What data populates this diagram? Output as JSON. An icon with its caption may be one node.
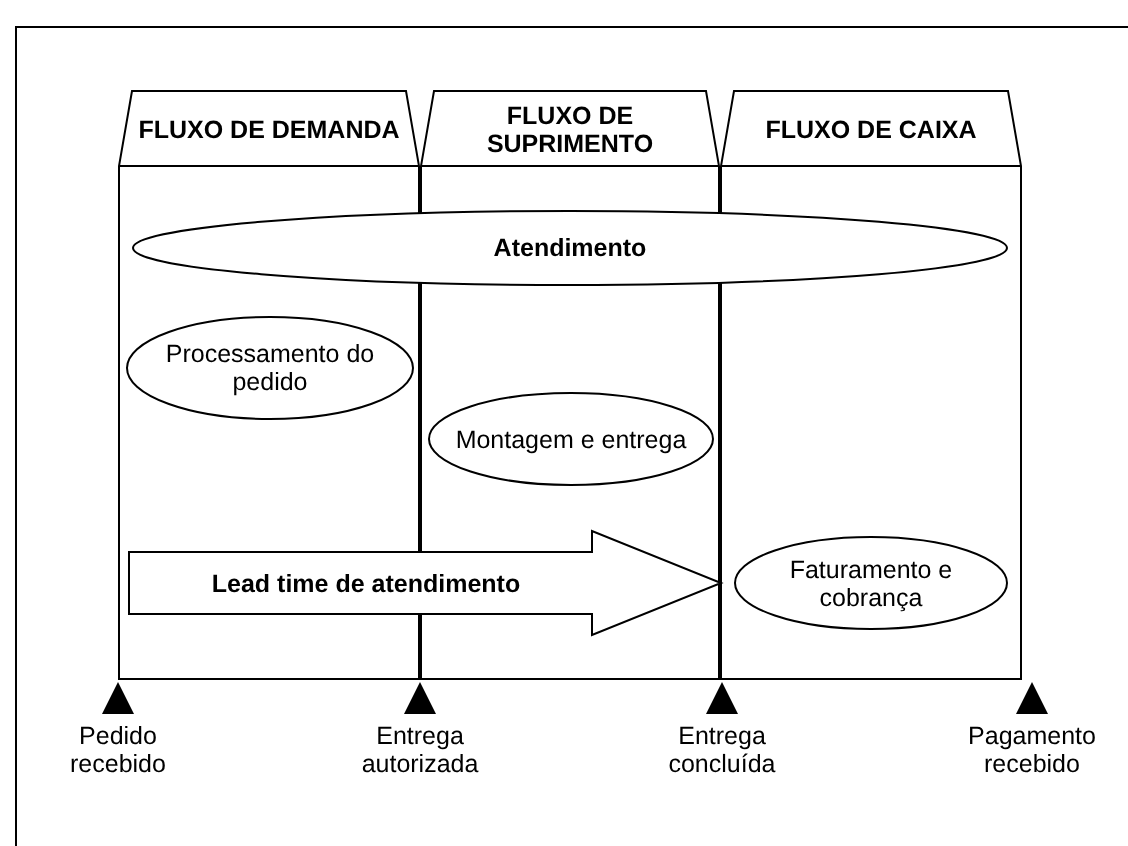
{
  "diagram": {
    "nodes": [
      {
        "text": [
          "FLUXO DE DEMANDA"
        ]
      },
      {
        "text": [
          "FLUXO DE SUPRIMENTO"
        ]
      },
      {
        "text": [
          "FLUXO DE CAIXA"
        ]
      },
      {
        "text": [
          "Atendimento"
        ]
      },
      {
        "text": [
          "Processamento do pedido"
        ],
        "in": 0
      },
      {
        "text": [
          "Montagem e entrega"
        ],
        "in": 1
      },
      {
        "text": [
          "Faturamento e cobrança"
        ],
        "in": 2
      },
      {
        "text": [
          "Lead time de atendimento"
        ]
      }
    ],
    "labels": [
      "Pedido recebido",
      "Entrega autorizada",
      "Entrega concluída",
      "Pagamento recebido"
    ]
  }
}
